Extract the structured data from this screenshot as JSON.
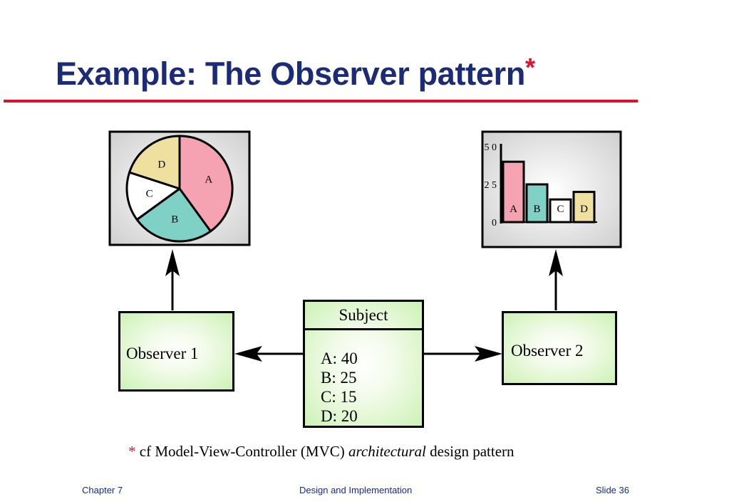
{
  "slide": {
    "title": "Example: The Observer pattern",
    "title_star": "*",
    "footnote_star": "*",
    "footnote_pre": " cf  Model-View-Controller (MVC) ",
    "footnote_italic": "architectural",
    "footnote_post": " design pattern"
  },
  "diagram": {
    "observer1_label": "Observer 1",
    "observer2_label": "Observer 2",
    "subject_header": "Subject",
    "subject_values": [
      "A: 40",
      "B: 25",
      "C: 15",
      "D: 20"
    ]
  },
  "chart_data": [
    {
      "type": "pie",
      "categories": [
        "A",
        "B",
        "C",
        "D"
      ],
      "values": [
        40,
        25,
        15,
        20
      ],
      "colors": [
        "#f5a3b3",
        "#7fd1c5",
        "#ffffff",
        "#efe0a0"
      ]
    },
    {
      "type": "bar",
      "categories": [
        "A",
        "B",
        "C",
        "D"
      ],
      "values": [
        40,
        25,
        15,
        20
      ],
      "ylim": [
        0,
        50
      ],
      "yticks": [
        "0",
        "2 5",
        "5 0"
      ],
      "colors": [
        "#f5a3b3",
        "#7fd1c5",
        "#ffffff",
        "#efe0a0"
      ]
    }
  ],
  "footer": {
    "left": "Chapter 7",
    "center": "Design and Implementation",
    "right": "Slide  36"
  }
}
